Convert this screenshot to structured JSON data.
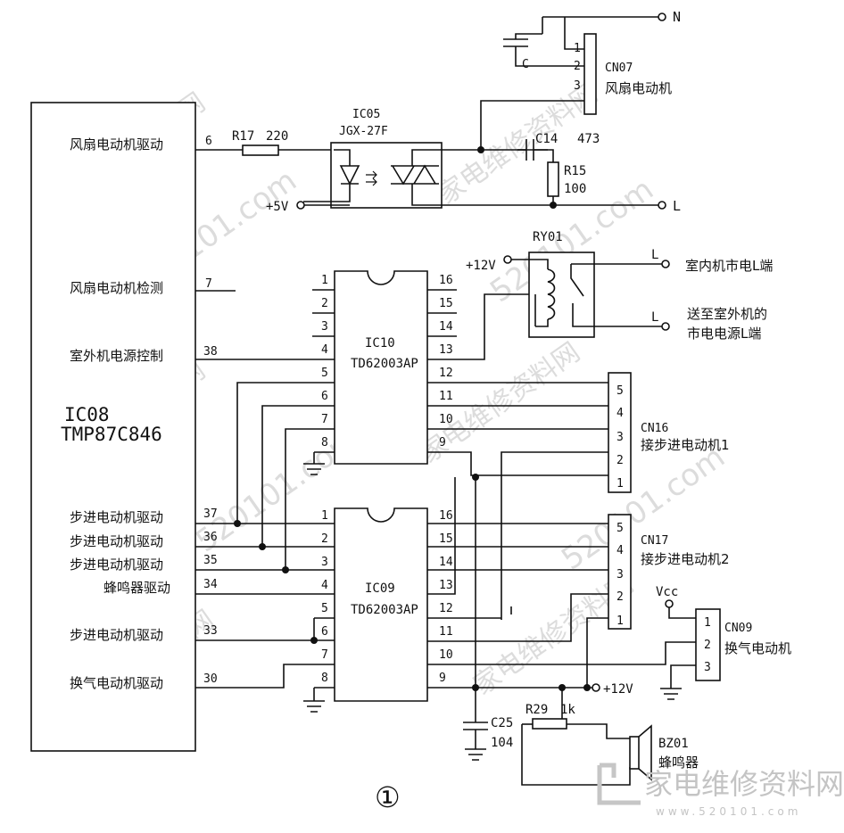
{
  "mcu": {
    "name": "IC08",
    "part": "TMP87C846"
  },
  "mcu_pins": [
    {
      "label": "风扇电动机驱动",
      "pin": "6"
    },
    {
      "label": "风扇电动机检测",
      "pin": "7"
    },
    {
      "label": "室外机电源控制",
      "pin": "38"
    },
    {
      "label": "步进电动机驱动",
      "pin": "37"
    },
    {
      "label": "步进电动机驱动",
      "pin": "36"
    },
    {
      "label": "步进电动机驱动",
      "pin": "35"
    },
    {
      "label": "蜂鸣器驱动",
      "pin": "34"
    },
    {
      "label": "步进电动机驱动",
      "pin": "33"
    },
    {
      "label": "换气电动机驱动",
      "pin": "30"
    }
  ],
  "ic10": {
    "name": "IC10",
    "part": "TD62003AP",
    "left_pins": [
      "1",
      "2",
      "3",
      "4",
      "5",
      "6",
      "7",
      "8"
    ],
    "right_pins": [
      "16",
      "15",
      "14",
      "13",
      "12",
      "11",
      "10",
      "9"
    ]
  },
  "ic09": {
    "name": "IC09",
    "part": "TD62003AP",
    "left_pins": [
      "1",
      "2",
      "3",
      "4",
      "5",
      "6",
      "7",
      "8"
    ],
    "right_pins": [
      "16",
      "15",
      "14",
      "13",
      "12",
      "11",
      "10",
      "9"
    ]
  },
  "ic05": {
    "name": "IC05",
    "part": "JGX-27F"
  },
  "r17": {
    "ref": "R17",
    "value": "220"
  },
  "c14": {
    "ref": "C14",
    "value": "473"
  },
  "r15": {
    "ref": "R15",
    "value": "100"
  },
  "r29": {
    "ref": "R29",
    "value": "1k"
  },
  "c25": {
    "ref": "C25",
    "value": "104"
  },
  "cap_c": "C",
  "ry01": "RY01",
  "cn07": {
    "ref": "CN07",
    "desc": "风扇电动机",
    "pins": [
      "1",
      "2",
      "3"
    ]
  },
  "cn16": {
    "ref": "CN16",
    "desc": "接步进电动机1",
    "pins": [
      "5",
      "4",
      "3",
      "2",
      "1"
    ]
  },
  "cn17": {
    "ref": "CN17",
    "desc": "接步进电动机2",
    "pins": [
      "5",
      "4",
      "3",
      "2",
      "1"
    ]
  },
  "cn09": {
    "ref": "CN09",
    "desc": "换气电动机",
    "pins": [
      "1",
      "2",
      "3"
    ]
  },
  "bz01": {
    "ref": "BZ01",
    "desc": "蜂鸣器"
  },
  "nets": {
    "n": "N",
    "l": "L",
    "plus5v": "+5V",
    "plus12v_relay": "+12V",
    "plus12v_bottom": "+12V",
    "vcc": "Vcc",
    "relay_l1": "L",
    "relay_l2": "L"
  },
  "relay_outputs": [
    "室内机市电L端",
    "送至室外机的",
    "市电电源L端"
  ],
  "figure_number": "①",
  "watermark": {
    "brand": "家电维修资料网",
    "site": "520101.com",
    "site_small": "www.520101.com"
  },
  "colors": {
    "ink": "#111111",
    "watermark": "#d8d8d8",
    "brand": "#c8c8c8"
  }
}
